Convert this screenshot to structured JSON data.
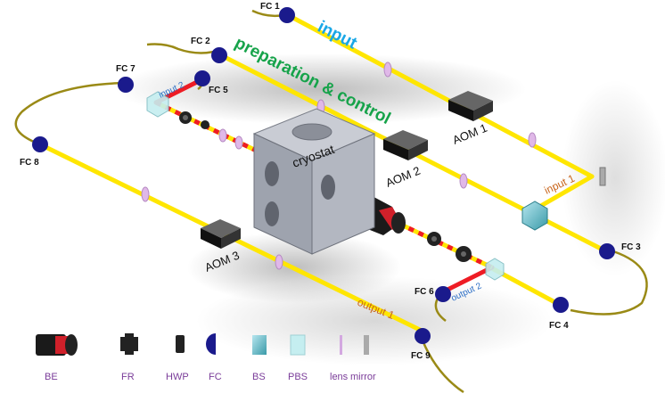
{
  "labels": {
    "input": "input",
    "prep": "preparation & control",
    "cryostat": "cryostat",
    "aom1": "AOM 1",
    "aom2": "AOM 2",
    "aom3": "AOM 3",
    "input1": "input 1",
    "input2": "input 2",
    "output1": "output 1",
    "output2": "output 2",
    "fc1": "FC 1",
    "fc2": "FC 2",
    "fc3": "FC 3",
    "fc4": "FC 4",
    "fc5": "FC 5",
    "fc6": "FC 6",
    "fc7": "FC 7",
    "fc8": "FC 8",
    "fc9": "FC 9"
  },
  "legend": [
    "BE",
    "FR",
    "HWP",
    "FC",
    "BS",
    "PBS",
    "lens",
    "mirror"
  ],
  "colors": {
    "beam": "#ffe600",
    "redbeam": "#ee1c24",
    "fiber": "#9a8a16",
    "fc": "#1a1a8c",
    "input_title": "#19a7e6",
    "prep_title": "#16a34a",
    "orange_label": "#c8641a",
    "blue_label": "#2d6fc6",
    "legend_label": "#7a3c99"
  }
}
